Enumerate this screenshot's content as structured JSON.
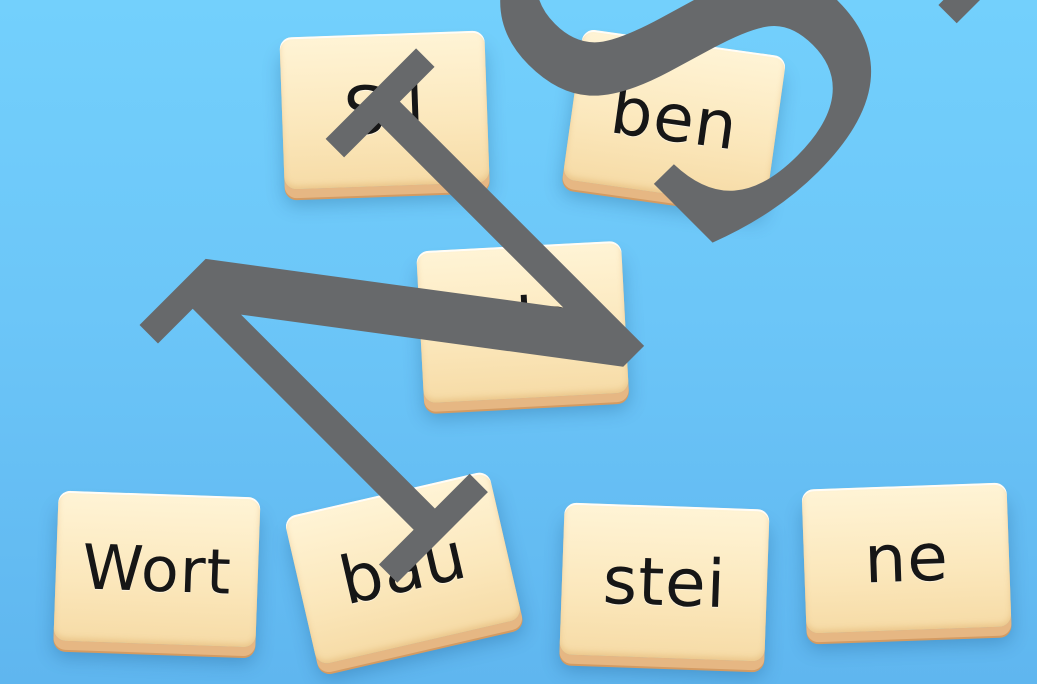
{
  "tiles": {
    "sil": "Sil",
    "ben": "ben",
    "als": "als",
    "wort": "Wort",
    "bau": "bau",
    "stei": "stei",
    "ne": "ne"
  },
  "watermark": {
    "text": "NSIC",
    "color": "#67696b"
  },
  "colors": {
    "background": "#6cc6f8",
    "tile_face": "#fbe7bb",
    "tile_edge": "#e6b783",
    "tile_text": "#161616"
  }
}
